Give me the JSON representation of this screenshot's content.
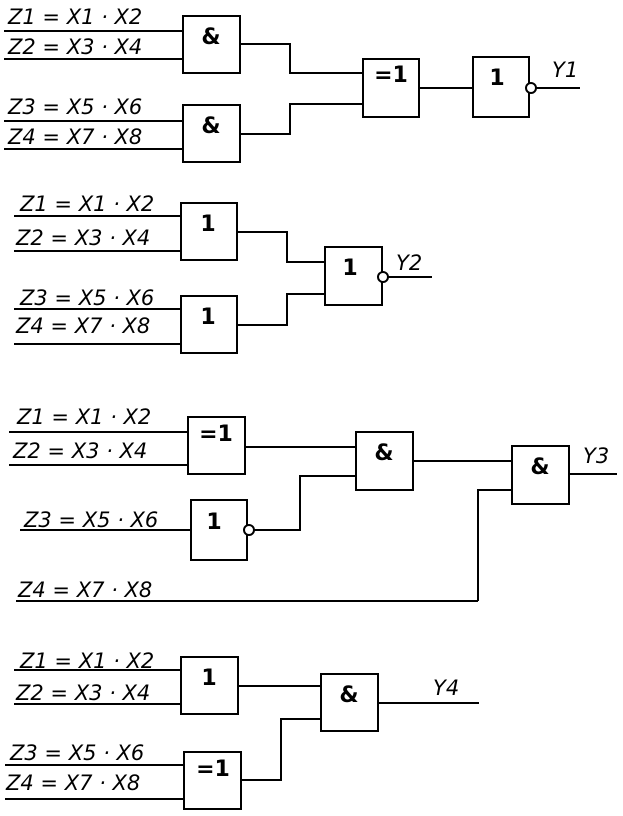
{
  "circuits": [
    {
      "inputs": [
        "Z1 = X1 · X2",
        "Z2 = X3 · X4",
        "Z3 = X5 · X6",
        "Z4 = X7 · X8"
      ],
      "gates": [
        "&",
        "&",
        "=1",
        "1"
      ],
      "output": "Y1"
    },
    {
      "inputs": [
        "Z1 = X1 · X2",
        "Z2 = X3 · X4",
        "Z3 = X5 · X6",
        "Z4 = X7 · X8"
      ],
      "gates": [
        "1",
        "1",
        "1"
      ],
      "output": "Y2"
    },
    {
      "inputs": [
        "Z1 = X1 · X2",
        "Z2 = X3 · X4",
        "Z3 = X5 · X6",
        "Z4 = X7 · X8"
      ],
      "gates": [
        "=1",
        "1",
        "&",
        "&"
      ],
      "output": "Y3"
    },
    {
      "inputs": [
        "Z1 = X1 · X2",
        "Z2 = X3 · X4",
        "Z3 = X5 · X6",
        "Z4 = X7 · X8"
      ],
      "gates": [
        "1",
        "=1",
        "&"
      ],
      "output": "Y4"
    }
  ]
}
